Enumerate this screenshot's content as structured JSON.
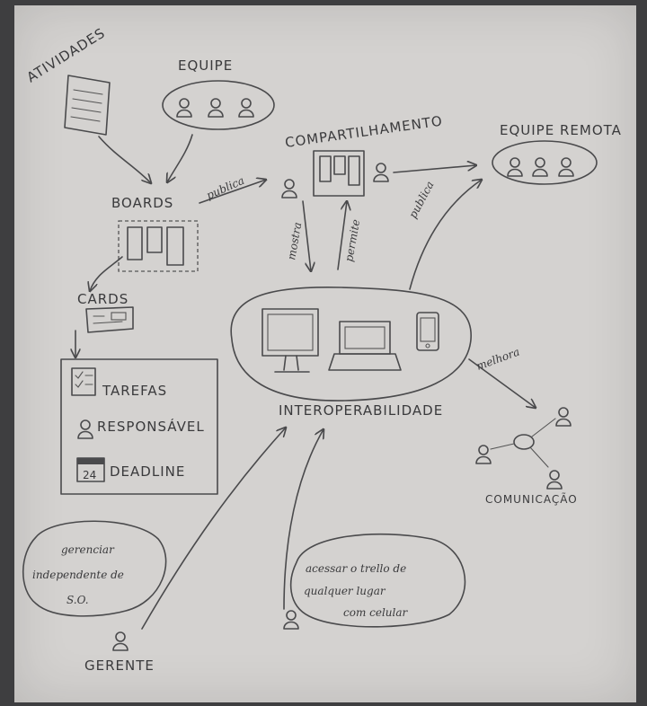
{
  "nodes": {
    "atividades": "ATIVIDADES",
    "equipe": "EQUIPE",
    "boards": "BOARDS",
    "compartilhamento": "COMPARTILHAMENTO",
    "equipe_remota": "EQUIPE REMOTA",
    "cards": "CARDS",
    "tarefas": "TAREFAS",
    "responsavel": "RESPONSÁVEL",
    "deadline": "DEADLINE",
    "interoperabilidade": "INTEROPERABILIDADE",
    "comunicacao": "COMUNICAÇÃO",
    "gerente": "GERENTE"
  },
  "edges": {
    "boards_to_share": "publica",
    "share_to_remote": "publica",
    "share_down": "mostra",
    "share_up": "permite",
    "interop_to_comm": "melhora"
  },
  "bubbles": {
    "gerente_speech": [
      "gerenciar",
      "independente de",
      "S.O."
    ],
    "user_speech": [
      "acessar o trello de",
      "qualquer lugar",
      "com celular"
    ]
  },
  "calendar_day": "24",
  "colors": {
    "paper": "#d4d2d0",
    "ink": "#4a4a4c",
    "background": "#3e3e40"
  }
}
